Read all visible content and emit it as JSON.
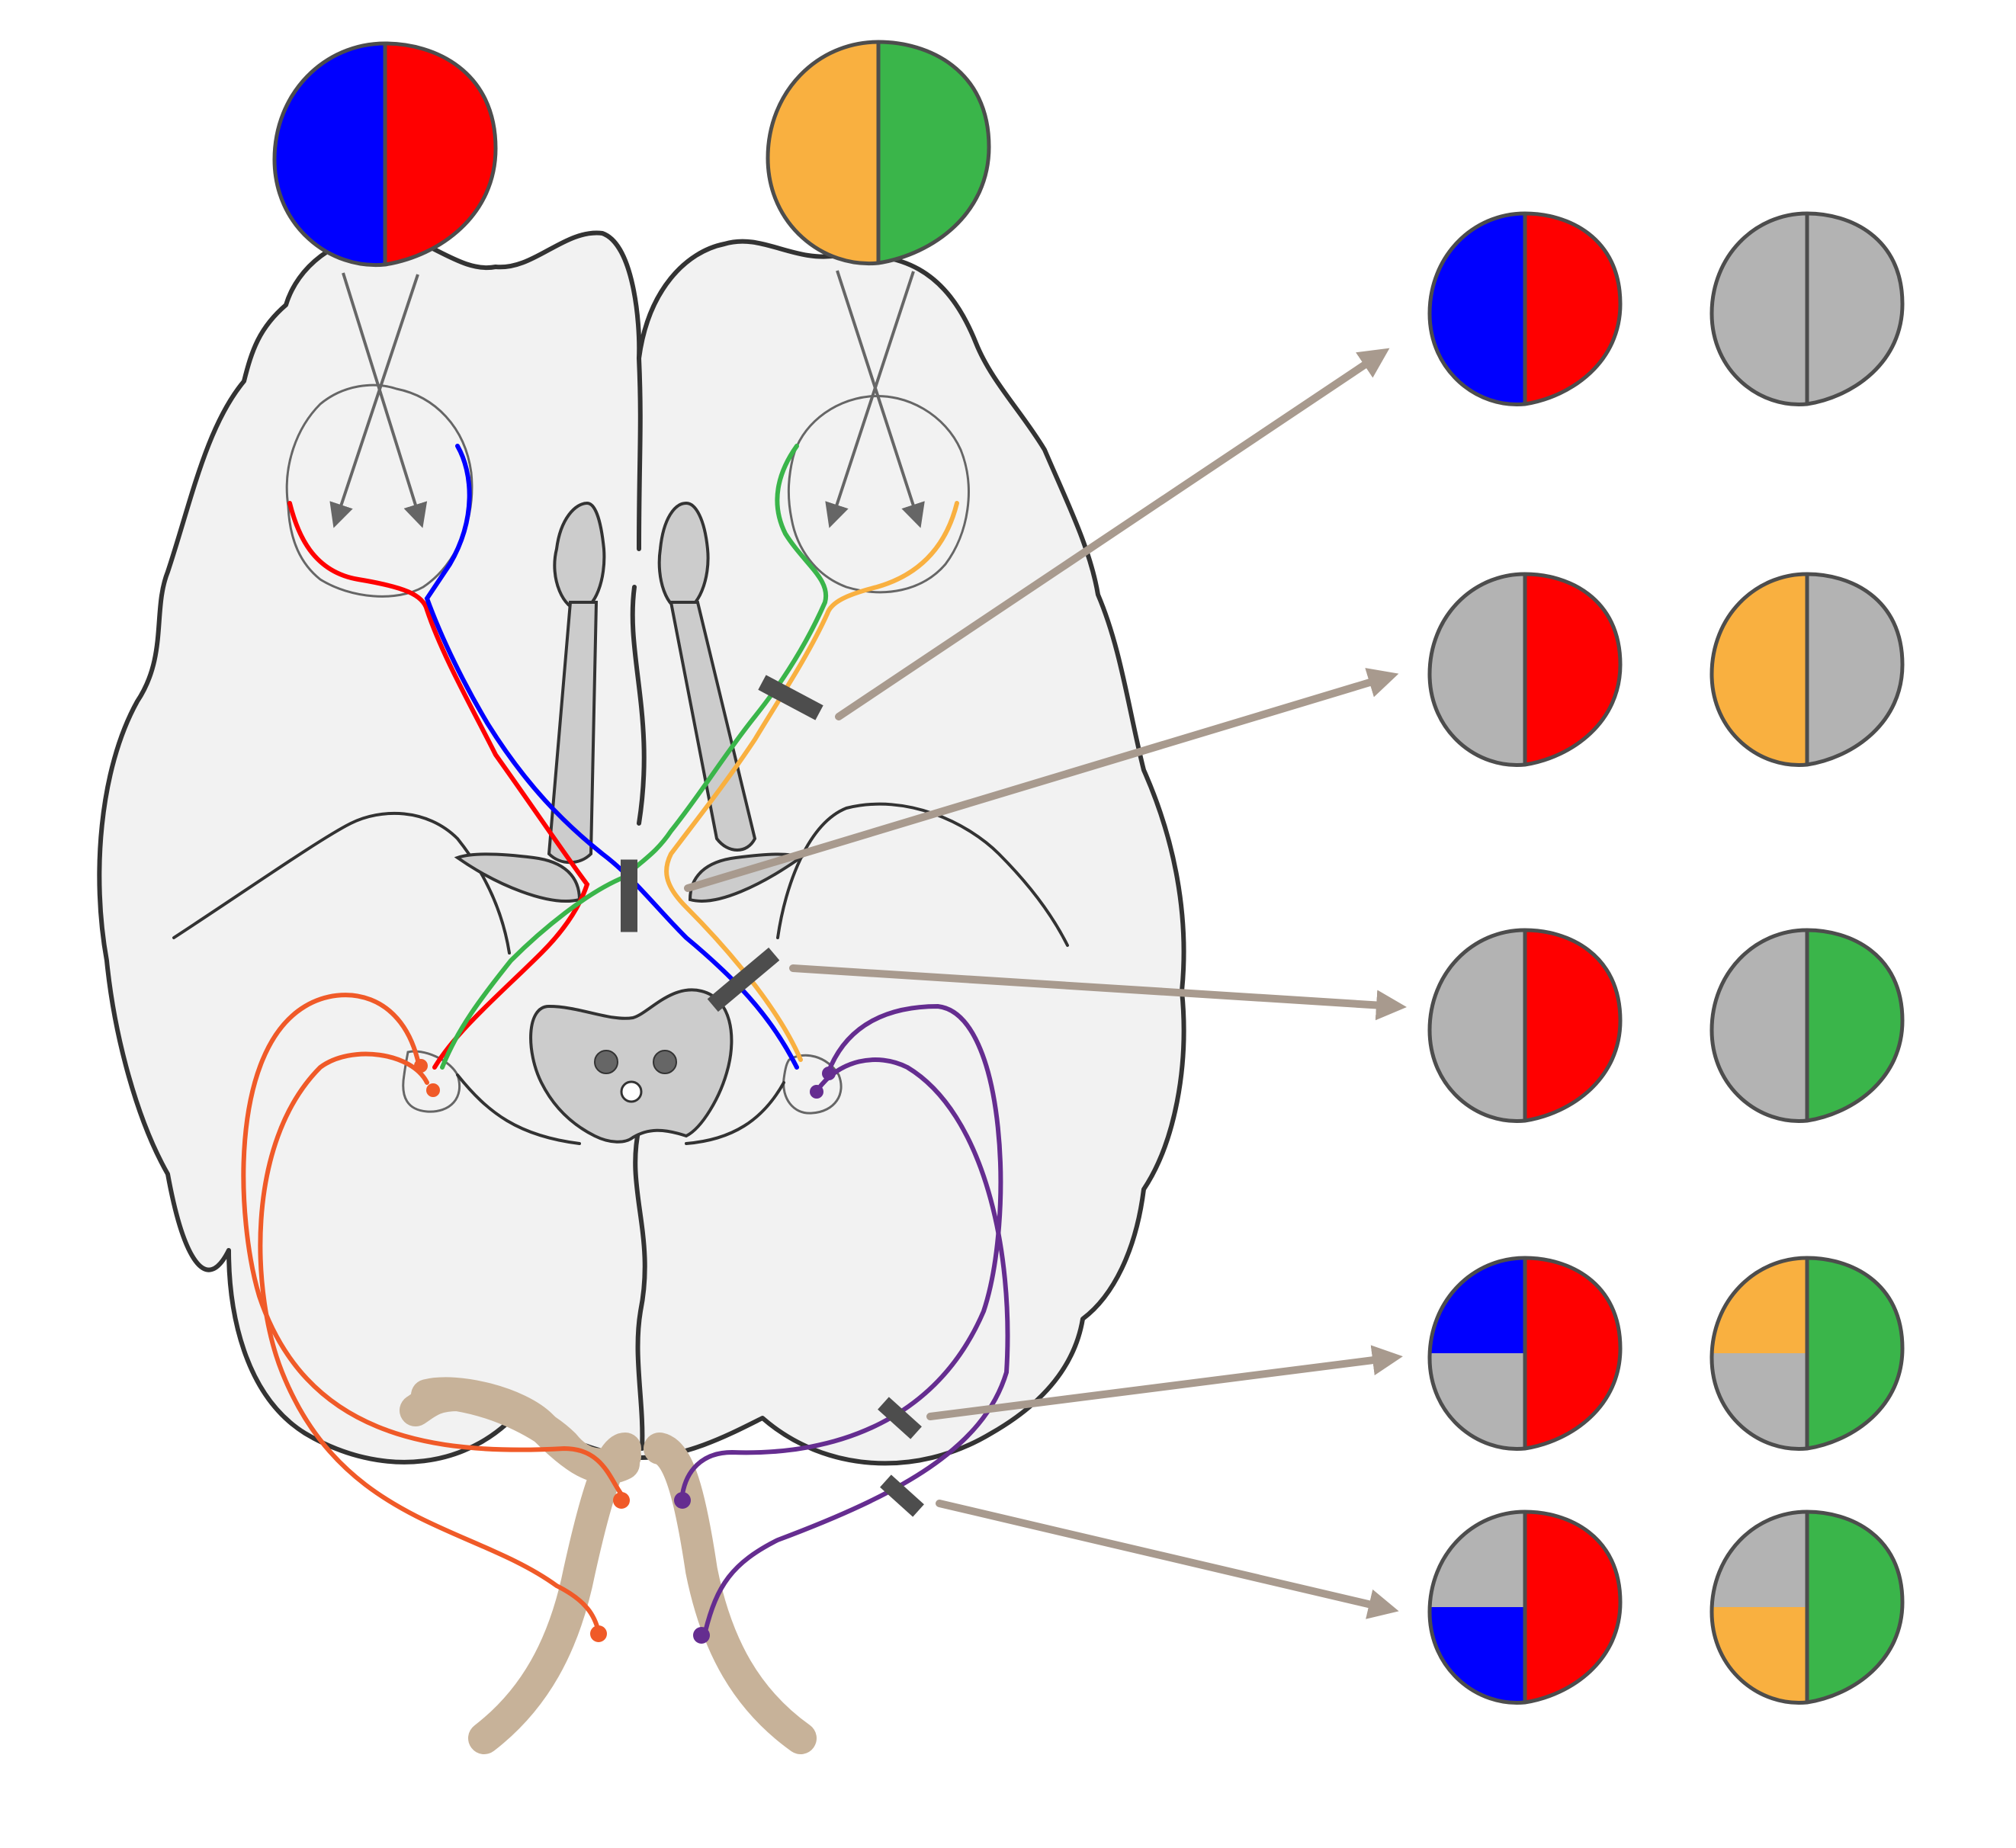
{
  "colors": {
    "left_visual_field_left_eye": "#0000ff",
    "right_visual_field_left_eye": "#ff0000",
    "left_visual_field_right_eye": "#f9b040",
    "right_visual_field_right_eye": "#3ab54a",
    "field_loss": "#b3b3b3",
    "left_optic_radiation": "#f05a28",
    "right_optic_radiation": "#652d90",
    "visual_cortex": "#c7b299",
    "brain_fill": "#f2f2f2",
    "structure_fill": "#cccccc",
    "lesion_marker": "#4d4d4d",
    "arrow": "#a89a8e",
    "outline": "#333333"
  },
  "eyes": [
    {
      "name": "left-eye-visual-field",
      "left_half": "left_visual_field_left_eye",
      "right_half": "right_visual_field_left_eye"
    },
    {
      "name": "right-eye-visual-field",
      "left_half": "left_visual_field_right_eye",
      "right_half": "right_visual_field_right_eye"
    }
  ],
  "lesion_sites": [
    {
      "name": "lesion-right-optic-nerve"
    },
    {
      "name": "lesion-optic-chiasm"
    },
    {
      "name": "lesion-left-optic-tract"
    },
    {
      "name": "lesion-upper-optic-radiation"
    },
    {
      "name": "lesion-lower-optic-radiation"
    }
  ],
  "field_defects": [
    {
      "lesion": "lesion-right-optic-nerve",
      "left_eye": {
        "tl": "left_visual_field_left_eye",
        "bl": "left_visual_field_left_eye",
        "tr": "right_visual_field_left_eye",
        "br": "right_visual_field_left_eye"
      },
      "right_eye": {
        "tl": "field_loss",
        "bl": "field_loss",
        "tr": "field_loss",
        "br": "field_loss"
      }
    },
    {
      "lesion": "lesion-optic-chiasm",
      "left_eye": {
        "tl": "field_loss",
        "bl": "field_loss",
        "tr": "right_visual_field_left_eye",
        "br": "right_visual_field_left_eye"
      },
      "right_eye": {
        "tl": "left_visual_field_right_eye",
        "bl": "left_visual_field_right_eye",
        "tr": "field_loss",
        "br": "field_loss"
      }
    },
    {
      "lesion": "lesion-left-optic-tract",
      "left_eye": {
        "tl": "field_loss",
        "bl": "field_loss",
        "tr": "right_visual_field_left_eye",
        "br": "right_visual_field_left_eye"
      },
      "right_eye": {
        "tl": "field_loss",
        "bl": "field_loss",
        "tr": "right_visual_field_right_eye",
        "br": "right_visual_field_right_eye"
      }
    },
    {
      "lesion": "lesion-upper-optic-radiation",
      "left_eye": {
        "tl": "left_visual_field_left_eye",
        "bl": "field_loss",
        "tr": "right_visual_field_left_eye",
        "br": "right_visual_field_left_eye"
      },
      "right_eye": {
        "tl": "left_visual_field_right_eye",
        "bl": "field_loss",
        "tr": "right_visual_field_right_eye",
        "br": "right_visual_field_right_eye"
      }
    },
    {
      "lesion": "lesion-lower-optic-radiation",
      "left_eye": {
        "tl": "field_loss",
        "bl": "left_visual_field_left_eye",
        "tr": "right_visual_field_left_eye",
        "br": "right_visual_field_left_eye"
      },
      "right_eye": {
        "tl": "field_loss",
        "bl": "left_visual_field_right_eye",
        "tr": "right_visual_field_right_eye",
        "br": "right_visual_field_right_eye"
      }
    }
  ]
}
